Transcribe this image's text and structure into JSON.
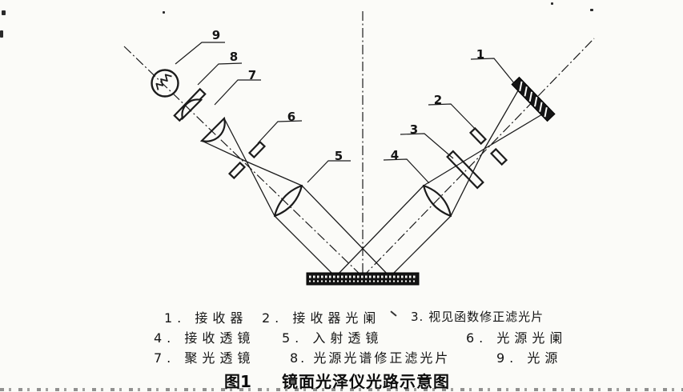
{
  "colors": {
    "ink": "#1b1b1b",
    "paper": "#fbfbf8"
  },
  "diagram": {
    "numbers": [
      "1",
      "2",
      "3",
      "4",
      "5",
      "6",
      "7",
      "8",
      "9"
    ]
  },
  "legend": {
    "items": [
      {
        "label": "1. 接收器"
      },
      {
        "label": "2. 接收器光阑"
      },
      {
        "label": "3. 视见函数修正滤光片"
      },
      {
        "label": "4. 接收透镜"
      },
      {
        "label": "5. 入射透镜"
      },
      {
        "label": "6. 光源光阑"
      },
      {
        "label": "7. 聚光透镜"
      },
      {
        "label": "8. 光源光谱修正滤光片"
      },
      {
        "label": "9. 光源"
      }
    ]
  },
  "caption": {
    "prefix": "图1",
    "title": "镜面光泽仪光路示意图"
  }
}
